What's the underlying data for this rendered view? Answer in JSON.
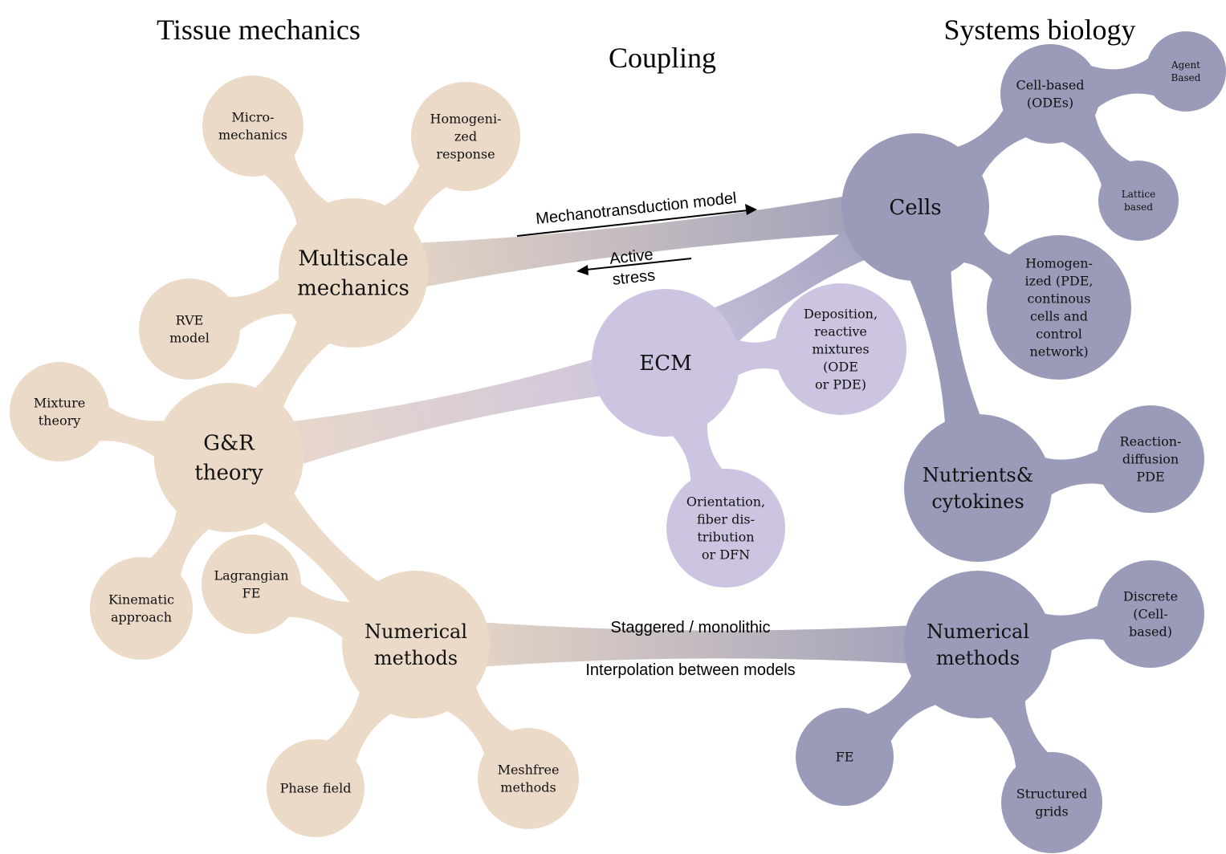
{
  "colors": {
    "tissue": "#ecdac8",
    "ecm": "#ccc4e0",
    "systems": "#9a9bb8",
    "text": "#111111",
    "arrow": "#000000"
  },
  "titles": {
    "tissue_mechanics": "Tissue mechanics",
    "coupling": "Coupling",
    "systems_biology": "Systems biology"
  },
  "nodes": [
    {
      "id": "multiscale",
      "group": "tissue",
      "level": "main",
      "lines": [
        "Multiscale",
        "mechanics"
      ]
    },
    {
      "id": "micromech",
      "group": "tissue",
      "level": "leaf",
      "lines": [
        "Micro-",
        "mechanics"
      ]
    },
    {
      "id": "homog-resp",
      "group": "tissue",
      "level": "leaf",
      "lines": [
        "Homogeni-",
        "zed",
        "response"
      ]
    },
    {
      "id": "rve",
      "group": "tissue",
      "level": "leaf",
      "lines": [
        "RVE",
        "model"
      ]
    },
    {
      "id": "gr",
      "group": "tissue",
      "level": "main",
      "lines": [
        "G&R",
        "theory"
      ]
    },
    {
      "id": "mixture",
      "group": "tissue",
      "level": "leaf",
      "lines": [
        "Mixture",
        "theory"
      ]
    },
    {
      "id": "kinematic",
      "group": "tissue",
      "level": "leaf",
      "lines": [
        "Kinematic",
        "approach"
      ]
    },
    {
      "id": "lagrangian",
      "group": "tissue",
      "level": "leaf",
      "lines": [
        "Lagrangian",
        "FE"
      ]
    },
    {
      "id": "num-left",
      "group": "tissue",
      "level": "main",
      "lines": [
        "Numerical",
        "methods"
      ]
    },
    {
      "id": "phase",
      "group": "tissue",
      "level": "leaf",
      "lines": [
        "Phase field"
      ]
    },
    {
      "id": "meshfree",
      "group": "tissue",
      "level": "leaf",
      "lines": [
        "Meshfree",
        "methods"
      ]
    },
    {
      "id": "ecm",
      "group": "ecm",
      "level": "main",
      "lines": [
        "ECM"
      ]
    },
    {
      "id": "deposition",
      "group": "ecm",
      "level": "leaf",
      "lines": [
        "Deposition,",
        "reactive",
        "mixtures",
        "(ODE",
        "or PDE)"
      ]
    },
    {
      "id": "orientation",
      "group": "ecm",
      "level": "leaf",
      "lines": [
        "Orientation,",
        "fiber dis-",
        "tribution",
        "or DFN"
      ]
    },
    {
      "id": "cells",
      "group": "systems",
      "level": "main",
      "lines": [
        "Cells"
      ]
    },
    {
      "id": "cellbased",
      "group": "systems",
      "level": "leaf",
      "lines": [
        "Cell-based",
        "(ODEs)"
      ]
    },
    {
      "id": "agent",
      "group": "systems",
      "level": "small",
      "lines": [
        "Agent",
        "Based"
      ]
    },
    {
      "id": "lattice",
      "group": "systems",
      "level": "small",
      "lines": [
        "Lattice",
        "based"
      ]
    },
    {
      "id": "homog-pde",
      "group": "systems",
      "level": "leaf",
      "lines": [
        "Homogen-",
        "ized (PDE,",
        "continous",
        "cells and",
        "control",
        "network)"
      ]
    },
    {
      "id": "nutrients",
      "group": "systems",
      "level": "main",
      "lines": [
        "Nutrients&",
        "cytokines"
      ]
    },
    {
      "id": "reaction",
      "group": "systems",
      "level": "leaf",
      "lines": [
        "Reaction-",
        "diffusion",
        "PDE"
      ]
    },
    {
      "id": "num-right",
      "group": "systems",
      "level": "main",
      "lines": [
        "Numerical",
        "methods"
      ]
    },
    {
      "id": "discrete",
      "group": "systems",
      "level": "leaf",
      "lines": [
        "Discrete",
        "(Cell-",
        "based)"
      ]
    },
    {
      "id": "fe",
      "group": "systems",
      "level": "leaf",
      "lines": [
        "FE"
      ]
    },
    {
      "id": "structured",
      "group": "systems",
      "level": "leaf",
      "lines": [
        "Structured",
        "grids"
      ]
    }
  ],
  "edges": [
    {
      "from": "multiscale",
      "to": "micromech"
    },
    {
      "from": "multiscale",
      "to": "homog-resp"
    },
    {
      "from": "multiscale",
      "to": "rve"
    },
    {
      "from": "multiscale",
      "to": "gr"
    },
    {
      "from": "gr",
      "to": "mixture"
    },
    {
      "from": "gr",
      "to": "kinematic"
    },
    {
      "from": "gr",
      "to": "num-left"
    },
    {
      "from": "num-left",
      "to": "lagrangian"
    },
    {
      "from": "num-left",
      "to": "phase"
    },
    {
      "from": "num-left",
      "to": "meshfree"
    },
    {
      "from": "multiscale",
      "to": "cells",
      "coupling": true
    },
    {
      "from": "gr",
      "to": "ecm",
      "coupling": true
    },
    {
      "from": "num-left",
      "to": "num-right",
      "coupling": true
    },
    {
      "from": "ecm",
      "to": "cells"
    },
    {
      "from": "ecm",
      "to": "deposition"
    },
    {
      "from": "ecm",
      "to": "orientation"
    },
    {
      "from": "cells",
      "to": "cellbased"
    },
    {
      "from": "cellbased",
      "to": "agent"
    },
    {
      "from": "cellbased",
      "to": "lattice"
    },
    {
      "from": "cells",
      "to": "homog-pde"
    },
    {
      "from": "cells",
      "to": "nutrients"
    },
    {
      "from": "nutrients",
      "to": "reaction"
    },
    {
      "from": "num-right",
      "to": "discrete"
    },
    {
      "from": "num-right",
      "to": "fe"
    },
    {
      "from": "num-right",
      "to": "structured"
    }
  ],
  "coupling_labels": {
    "mechanotransduction": "Mechanotransduction model",
    "active_stress_1": "Active",
    "active_stress_2": "stress",
    "staggered": "Staggered / monolithic",
    "interpolation": "Interpolation between models"
  }
}
